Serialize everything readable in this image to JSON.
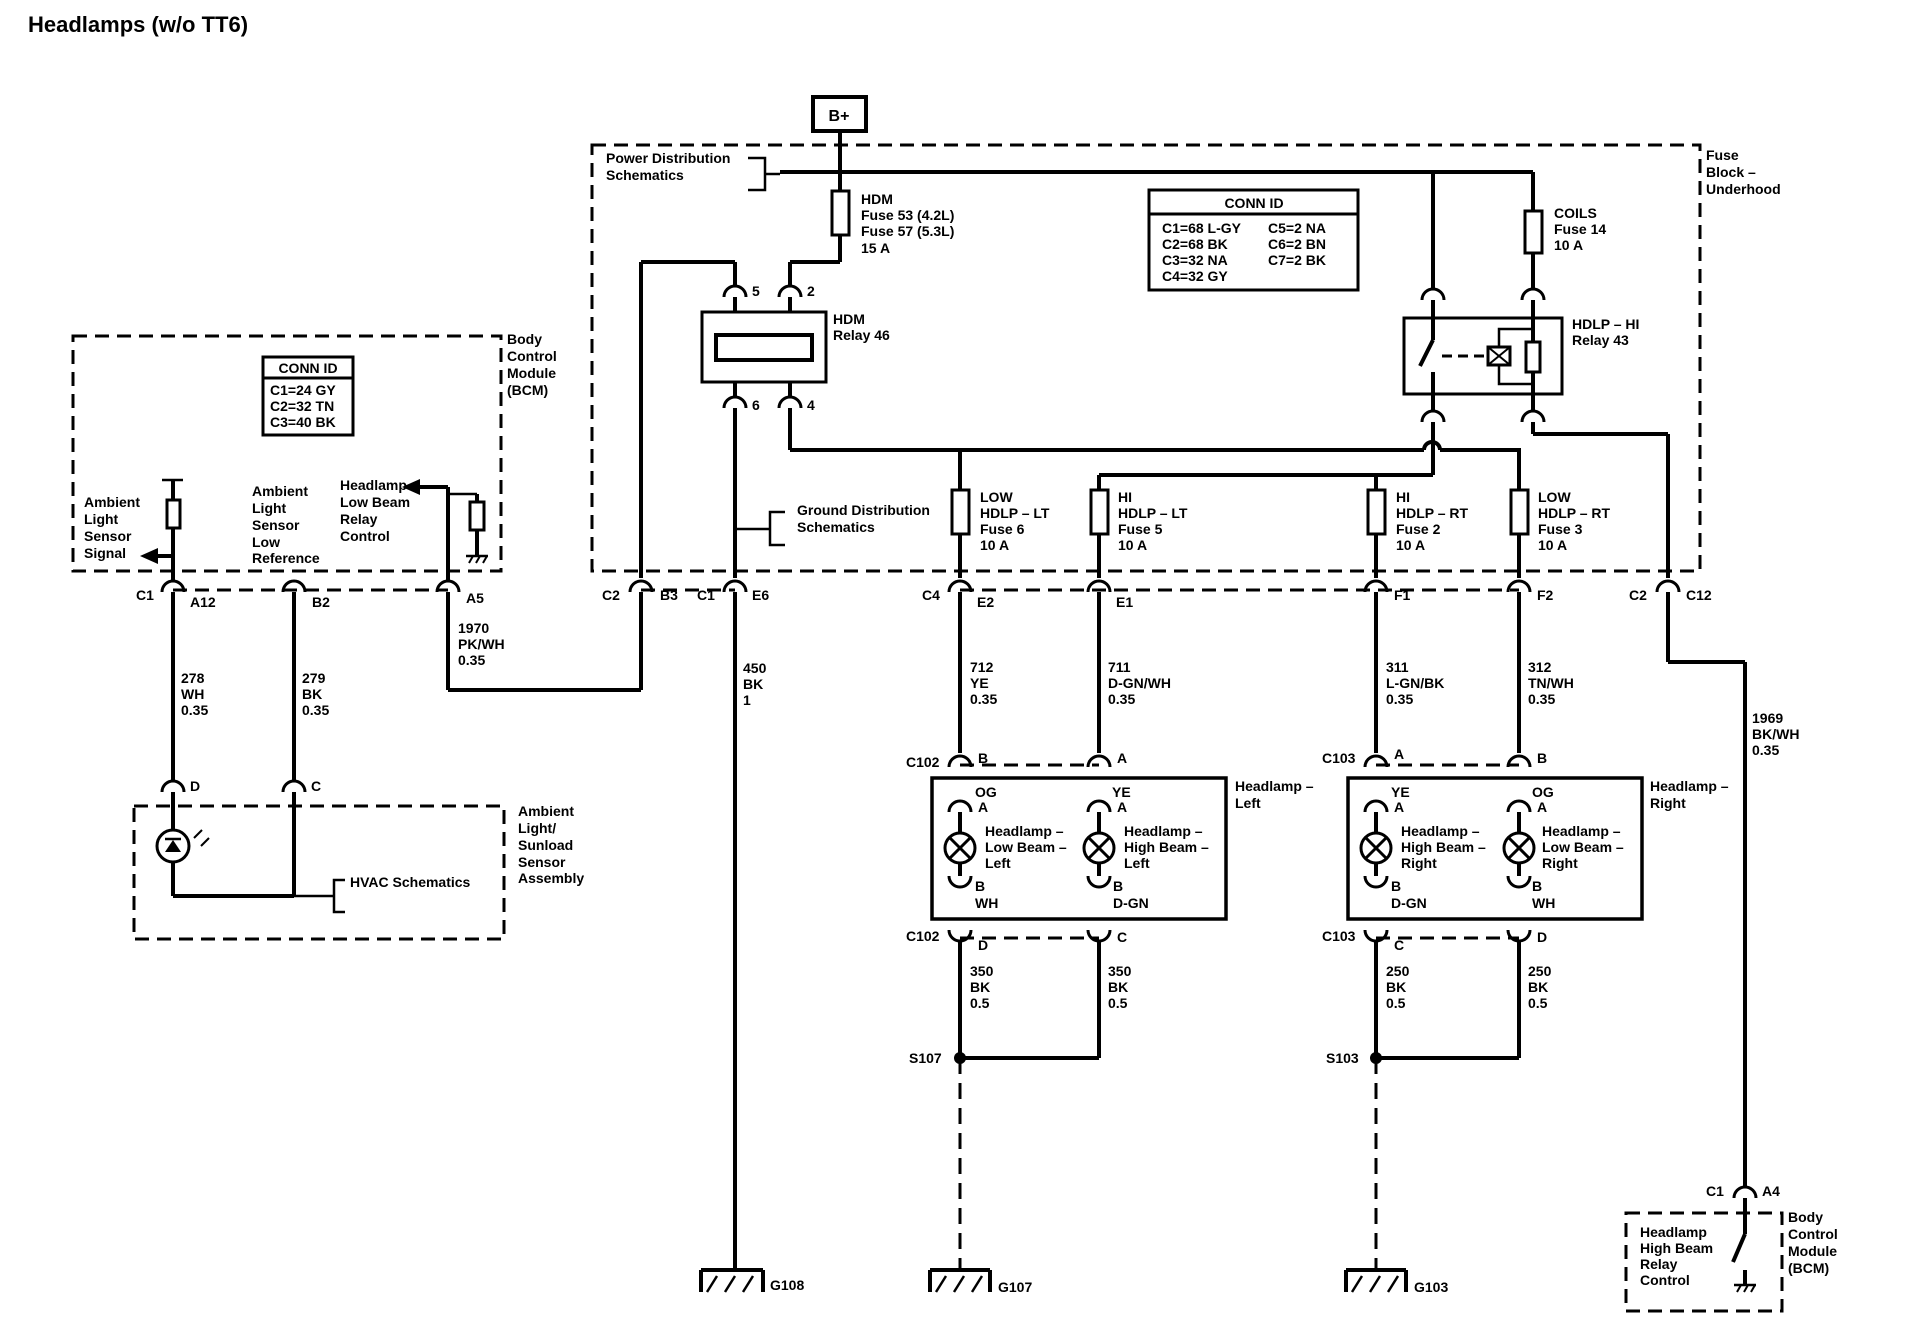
{
  "title": "Headlamps (w/o TT6)",
  "source": {
    "label": "B+"
  },
  "fuse_block": {
    "label": [
      "Fuse",
      "Block –",
      "Underhood"
    ],
    "power_dist": [
      "Power Distribution",
      "Schematics"
    ],
    "ground_dist": [
      "Ground Distribution",
      "Schematics"
    ],
    "conn_id": {
      "title": "CONN ID",
      "rows": [
        [
          "C1=68 L-GY",
          "C5=2 NA"
        ],
        [
          "C2=68 BK",
          "C6=2 BN"
        ],
        [
          "C3=32 NA",
          "C7=2 BK"
        ],
        [
          "C4=32 GY",
          ""
        ]
      ]
    },
    "hdm_fuse": [
      "HDM",
      "Fuse 53 (4.2L)",
      "Fuse 57 (5.3L)",
      "15 A"
    ],
    "coils_fuse": [
      "COILS",
      "Fuse 14",
      "10 A"
    ],
    "hdm_relay": [
      "HDM",
      "Relay 46"
    ],
    "hdlp_hi_relay": [
      "HDLP – HI",
      "Relay 43"
    ],
    "relay_pins": [
      "5",
      "2",
      "6",
      "4"
    ],
    "fuses": [
      [
        "LOW",
        "HDLP – LT",
        "Fuse 6",
        "10 A"
      ],
      [
        "HI",
        "HDLP – LT",
        "Fuse 5",
        "10 A"
      ],
      [
        "HI",
        "HDLP – RT",
        "Fuse 2",
        "10 A"
      ],
      [
        "LOW",
        "HDLP – RT",
        "Fuse 3",
        "10 A"
      ]
    ]
  },
  "bcm": {
    "label": [
      "Body",
      "Control",
      "Module",
      "(BCM)"
    ],
    "conn_id": {
      "title": "CONN ID",
      "rows": [
        "C1=24 GY",
        "C2=32 TN",
        "C3=40 BK"
      ]
    },
    "ambient_signal": [
      "Ambient",
      "Light",
      "Sensor",
      "Signal"
    ],
    "ambient_low_ref": [
      "Ambient",
      "Light",
      "Sensor",
      "Low",
      "Reference"
    ],
    "low_beam_relay": [
      "Headlamp",
      "Low Beam",
      "Relay",
      "Control"
    ]
  },
  "connectors": {
    "c1": "C1",
    "a12": "A12",
    "b2": "B2",
    "a5": "A5",
    "c2": "C2",
    "b3": "B3",
    "c1b": "C1",
    "e6": "E6",
    "c4": "C4",
    "e2": "E2",
    "e1": "E1",
    "f1": "F1",
    "f2": "F2",
    "c2b": "C2",
    "c12": "C12",
    "c102": "C102",
    "c103": "C103",
    "b": "B",
    "a": "A",
    "d": "D",
    "c": "C",
    "c1c": "C1",
    "a4": "A4"
  },
  "wires": {
    "w278": [
      "278",
      "WH",
      "0.35"
    ],
    "w279": [
      "279",
      "BK",
      "0.35"
    ],
    "w1970": [
      "1970",
      "PK/WH",
      "0.35"
    ],
    "w450": [
      "450",
      "BK",
      "1"
    ],
    "w712": [
      "712",
      "YE",
      "0.35"
    ],
    "w711": [
      "711",
      "D-GN/WH",
      "0.35"
    ],
    "w311": [
      "311",
      "L-GN/BK",
      "0.35"
    ],
    "w312": [
      "312",
      "TN/WH",
      "0.35"
    ],
    "w1969": [
      "1969",
      "BK/WH",
      "0.35"
    ],
    "w350a": [
      "350",
      "BK",
      "0.5"
    ],
    "w350b": [
      "350",
      "BK",
      "0.5"
    ],
    "w250a": [
      "250",
      "BK",
      "0.5"
    ],
    "w250b": [
      "250",
      "BK",
      "0.5"
    ]
  },
  "sensor": {
    "label": [
      "Ambient",
      "Light/",
      "Sunload",
      "Sensor",
      "Assembly"
    ],
    "hvac": "HVAC Schematics",
    "pin_d": "D",
    "pin_c": "C"
  },
  "headlamp_left": {
    "label": [
      "Headlamp –",
      "Left"
    ],
    "low": {
      "color_top": "OG",
      "pin_top": "A",
      "name": [
        "Headlamp –",
        "Low Beam –",
        "Left"
      ],
      "pin_bot": "B",
      "color_bot": "WH"
    },
    "high": {
      "color_top": "YE",
      "pin_top": "A",
      "name": [
        "Headlamp –",
        "High Beam –",
        "Left"
      ],
      "pin_bot": "B",
      "color_bot": "D-GN"
    }
  },
  "headlamp_right": {
    "label": [
      "Headlamp –",
      "Right"
    ],
    "high": {
      "color_top": "YE",
      "pin_top": "A",
      "name": [
        "Headlamp –",
        "High Beam –",
        "Right"
      ],
      "pin_bot": "B",
      "color_bot": "D-GN"
    },
    "low": {
      "color_top": "OG",
      "pin_top": "A",
      "name": [
        "Headlamp –",
        "Low Beam –",
        "Right"
      ],
      "pin_bot": "B",
      "color_bot": "WH"
    }
  },
  "splices": {
    "s107": "S107",
    "s103": "S103"
  },
  "grounds": {
    "g108": "G108",
    "g107": "G107",
    "g103": "G103"
  },
  "bcm2": {
    "label": [
      "Body",
      "Control",
      "Module",
      "(BCM)"
    ],
    "relay": [
      "Headlamp",
      "High Beam",
      "Relay",
      "Control"
    ]
  }
}
